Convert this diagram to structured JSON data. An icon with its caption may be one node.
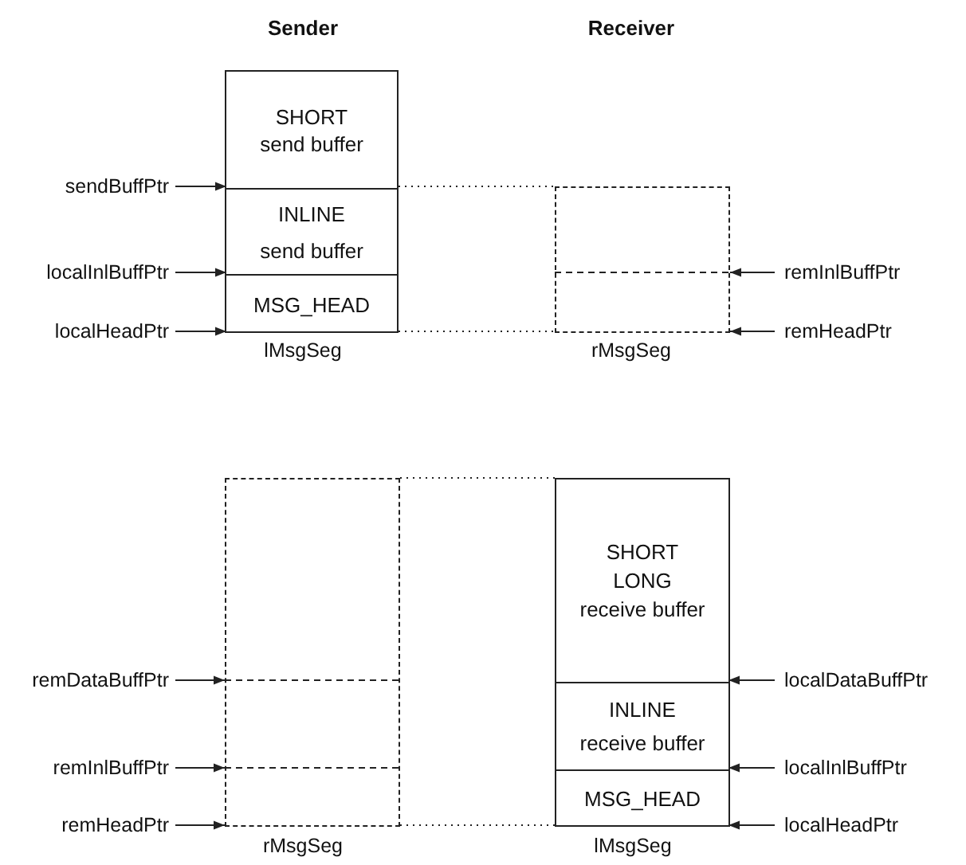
{
  "diagram": {
    "nodes": [
      {
        "text": [],
        "shape": "box",
        "beside": [
          "lMsgSeg"
        ]
      },
      {
        "text": [
          "SHORT",
          "send buffer"
        ],
        "in": 0
      },
      {
        "text": [
          "INLINE",
          "send buffer"
        ],
        "in": 0
      },
      {
        "text": [
          "MSG_HEAD"
        ],
        "in": 0
      },
      {
        "text": [],
        "shape": "box",
        "beside": [
          "rMsgSeg"
        ]
      },
      {
        "text": [
          "sendBuffPtr"
        ]
      },
      {
        "text": [
          "localInlBuffPtr"
        ]
      },
      {
        "text": [
          "localHeadPtr"
        ]
      },
      {
        "text": [
          "remInlBuffPtr"
        ]
      },
      {
        "text": [
          "remHeadPtr"
        ]
      },
      {
        "text": [],
        "shape": "box",
        "beside": [
          "rMsgSeg"
        ]
      },
      {
        "text": [],
        "shape": "box",
        "beside": [
          "lMsgSeg"
        ]
      },
      {
        "text": [
          "SHORT",
          "LONG",
          "receive buffer"
        ],
        "in": 11
      },
      {
        "text": [
          "INLINE",
          "receive buffer"
        ],
        "in": 11
      },
      {
        "text": [
          "MSG_HEAD"
        ],
        "in": 11
      },
      {
        "text": [
          "remDataBuffPtr"
        ]
      },
      {
        "text": [
          "remInlBuffPtr"
        ]
      },
      {
        "text": [
          "remHeadPtr"
        ]
      },
      {
        "text": [
          "localDataBuffPtr"
        ]
      },
      {
        "text": [
          "localInlBuffPtr"
        ]
      },
      {
        "text": [
          "localHeadPtr"
        ]
      }
    ],
    "edges": [
      {
        "from": 5,
        "to": 2,
        "arrow": "to"
      },
      {
        "from": 6,
        "to": 3,
        "arrow": "to"
      },
      {
        "from": 7,
        "to": 3,
        "arrow": "to"
      },
      {
        "from": 8,
        "to": 4,
        "arrow": "to"
      },
      {
        "from": 9,
        "to": 4,
        "arrow": "to"
      },
      {
        "from": 0,
        "to": 4,
        "arrow": "none",
        "style": "dashed"
      },
      {
        "from": 0,
        "to": 4,
        "arrow": "none",
        "style": "dashed"
      },
      {
        "from": 15,
        "to": 10,
        "arrow": "to"
      },
      {
        "from": 16,
        "to": 10,
        "arrow": "to"
      },
      {
        "from": 17,
        "to": 10,
        "arrow": "to"
      },
      {
        "from": 18,
        "to": 13,
        "arrow": "to"
      },
      {
        "from": 19,
        "to": 14,
        "arrow": "to"
      },
      {
        "from": 20,
        "to": 14,
        "arrow": "to"
      },
      {
        "from": 10,
        "to": 11,
        "arrow": "none",
        "style": "dashed"
      },
      {
        "from": 10,
        "to": 11,
        "arrow": "none",
        "style": "dashed"
      }
    ],
    "labels": [
      "Sender",
      "Receiver"
    ]
  }
}
